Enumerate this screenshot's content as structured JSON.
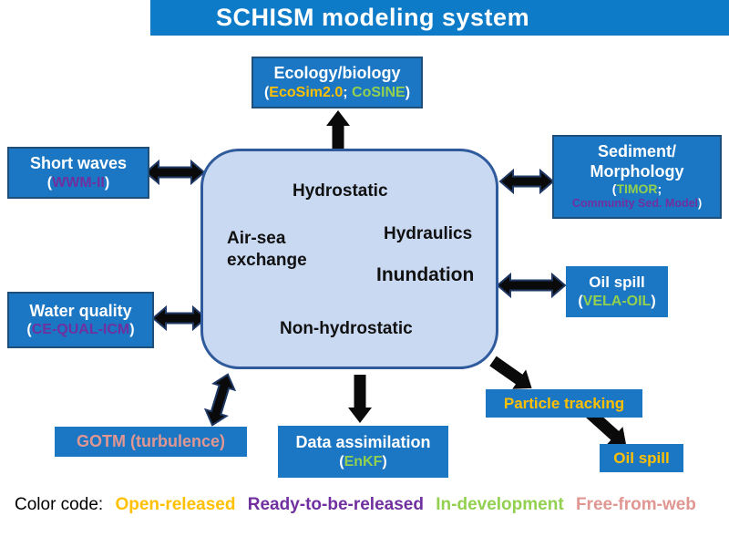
{
  "title": "SCHISM modeling system",
  "title_bar": {
    "bg": "#0d7bc8",
    "text_color": "#ffffff"
  },
  "box_bg": "#1b76c3",
  "center_box": {
    "bg": "#c9d9f2",
    "border": "#2f5b9d",
    "labels": {
      "hydrostatic": "Hydrostatic",
      "air_sea": "Air-sea exchange",
      "hydraulics": "Hydraulics",
      "inundation": "Inundation",
      "non_hydrostatic": "Non-hydrostatic"
    }
  },
  "modules": {
    "ecology": {
      "title": "Ecology/biology",
      "sub": [
        {
          "text": "(",
          "color": "#ffffff"
        },
        {
          "text": "EcoSim2.0",
          "color": "#ffc000"
        },
        {
          "text": "; ",
          "color": "#ffffff"
        },
        {
          "text": "CoSINE",
          "color": "#92d050"
        },
        {
          "text": ")",
          "color": "#ffffff"
        }
      ]
    },
    "short_waves": {
      "title": "Short waves",
      "sub": [
        {
          "text": "(",
          "color": "#ffffff"
        },
        {
          "text": "WWM-II",
          "color": "#7030a0"
        },
        {
          "text": ")",
          "color": "#ffffff"
        }
      ]
    },
    "water_quality": {
      "title": "Water quality",
      "sub": [
        {
          "text": "(",
          "color": "#ffffff"
        },
        {
          "text": "CE-QUAL-ICM",
          "color": "#7030a0"
        },
        {
          "text": ")",
          "color": "#ffffff"
        }
      ]
    },
    "sediment": {
      "title_line1": "Sediment/",
      "title_line2": "Morphology",
      "sub1": [
        {
          "text": "(",
          "color": "#ffffff"
        },
        {
          "text": "TIMOR",
          "color": "#92d050"
        },
        {
          "text": ";",
          "color": "#ffffff"
        }
      ],
      "sub2": [
        {
          "text": "Community Sed. Model",
          "color": "#7030a0"
        },
        {
          "text": ")",
          "color": "#ffffff"
        }
      ]
    },
    "oil_spill": {
      "title": "Oil spill",
      "sub": [
        {
          "text": "(",
          "color": "#ffffff"
        },
        {
          "text": "VELA-OIL",
          "color": "#92d050"
        },
        {
          "text": ")",
          "color": "#ffffff"
        }
      ]
    },
    "particle_tracking": {
      "title": "Particle tracking",
      "color": "#ffc000"
    },
    "oil_spill2": {
      "title": "Oil spill",
      "color": "#ffc000"
    },
    "data_assimilation": {
      "title": "Data assimilation",
      "sub": [
        {
          "text": "(",
          "color": "#ffffff"
        },
        {
          "text": "EnKF",
          "color": "#92d050"
        },
        {
          "text": ")",
          "color": "#ffffff"
        }
      ]
    },
    "gotm": {
      "title": "GOTM (turbulence)",
      "color": "#e09792"
    }
  },
  "legend": {
    "label": "Color code:",
    "items": [
      {
        "text": "Open-released",
        "color": "#ffc000"
      },
      {
        "text": "Ready-to-be-released",
        "color": "#7030a0"
      },
      {
        "text": "In-development",
        "color": "#92d050"
      },
      {
        "text": "Free-from-web",
        "color": "#e09792"
      }
    ]
  }
}
